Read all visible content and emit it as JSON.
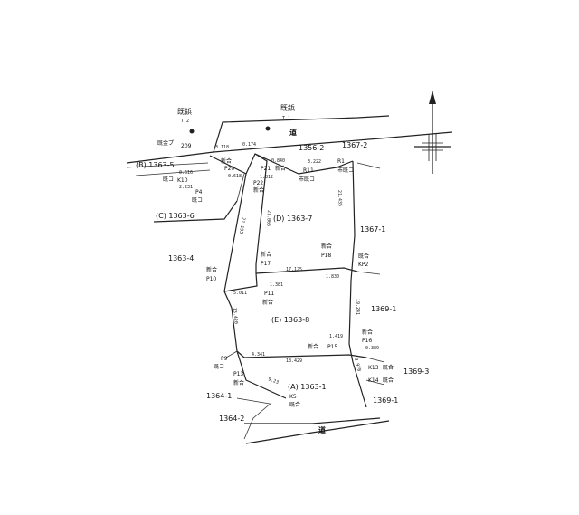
{
  "roads": {
    "top": "道",
    "bottom": "道"
  },
  "benchmarks": {
    "t2": {
      "kind": "既鋲",
      "id": "T.2"
    },
    "t1": {
      "kind": "既鋲",
      "id": "T.1"
    }
  },
  "lots": {
    "b": "(B) 1363-5",
    "c": "(C) 1363-6",
    "d": "(D) 1363-7",
    "e": "(E) 1363-8",
    "a": "(A) 1363-1",
    "n1356_2": "1356-2",
    "n1367_2": "1367-2",
    "n1367_1": "1367-1",
    "n1363_4": "1363-4",
    "n1369_1a": "1369-1",
    "n1369_3": "1369-3",
    "n1369_1b": "1369-1",
    "n1364_1": "1364-1",
    "n1364_2": "1364-2"
  },
  "points": {
    "r1": "R1",
    "r1_type": "市既コ",
    "r11": "R11",
    "r11_type": "市既コ",
    "p21": "P21",
    "p21_type": "新合",
    "p20": "P20",
    "p20_type": "新合",
    "p22": "P22",
    "p22_type": "新合",
    "p4": "P4",
    "p4_type": "既コ",
    "k10": "K10",
    "k10_type": "既コ",
    "k_top": "209",
    "k_top_type": "既金プ",
    "p17": "P17",
    "p17_type": "新合",
    "p18": "P18",
    "p18_type": "新合",
    "kp2": "KP2",
    "kp2_type": "既合",
    "p10": "P10",
    "p10_type": "新合",
    "p11": "P11",
    "p11_type": "新合",
    "p15": "P15",
    "p15_type": "新合",
    "p16": "P16",
    "p16_type": "新合",
    "k13": "K13",
    "k13_type": "既合",
    "k14": "K14",
    "k14_type": "既合",
    "p9": "P9",
    "p9_type": "既コ",
    "p13": "P13",
    "p13_type": "新合",
    "k5": "K5",
    "k5_type": "既合"
  },
  "distances": {
    "d1": "0.174",
    "d2": "3.222",
    "d3": "3.118",
    "d4": "0.840",
    "d5": "0.616",
    "d6": "2.231",
    "d7": "1.812",
    "d8": "0.618",
    "d9": "21.435",
    "d10": "21.065",
    "d11": "21.195",
    "d12": "17.125",
    "d13": "1.830",
    "d14": "1.381",
    "d15": "5.011",
    "d16": "19.241",
    "d17": "13.420",
    "d18": "4.341",
    "d19": "18.429",
    "d20": "1.419",
    "d21": "0.389",
    "d22": "3.978",
    "d23": "9.23"
  },
  "north_arrow": {
    "icon": "north-arrow-icon"
  }
}
